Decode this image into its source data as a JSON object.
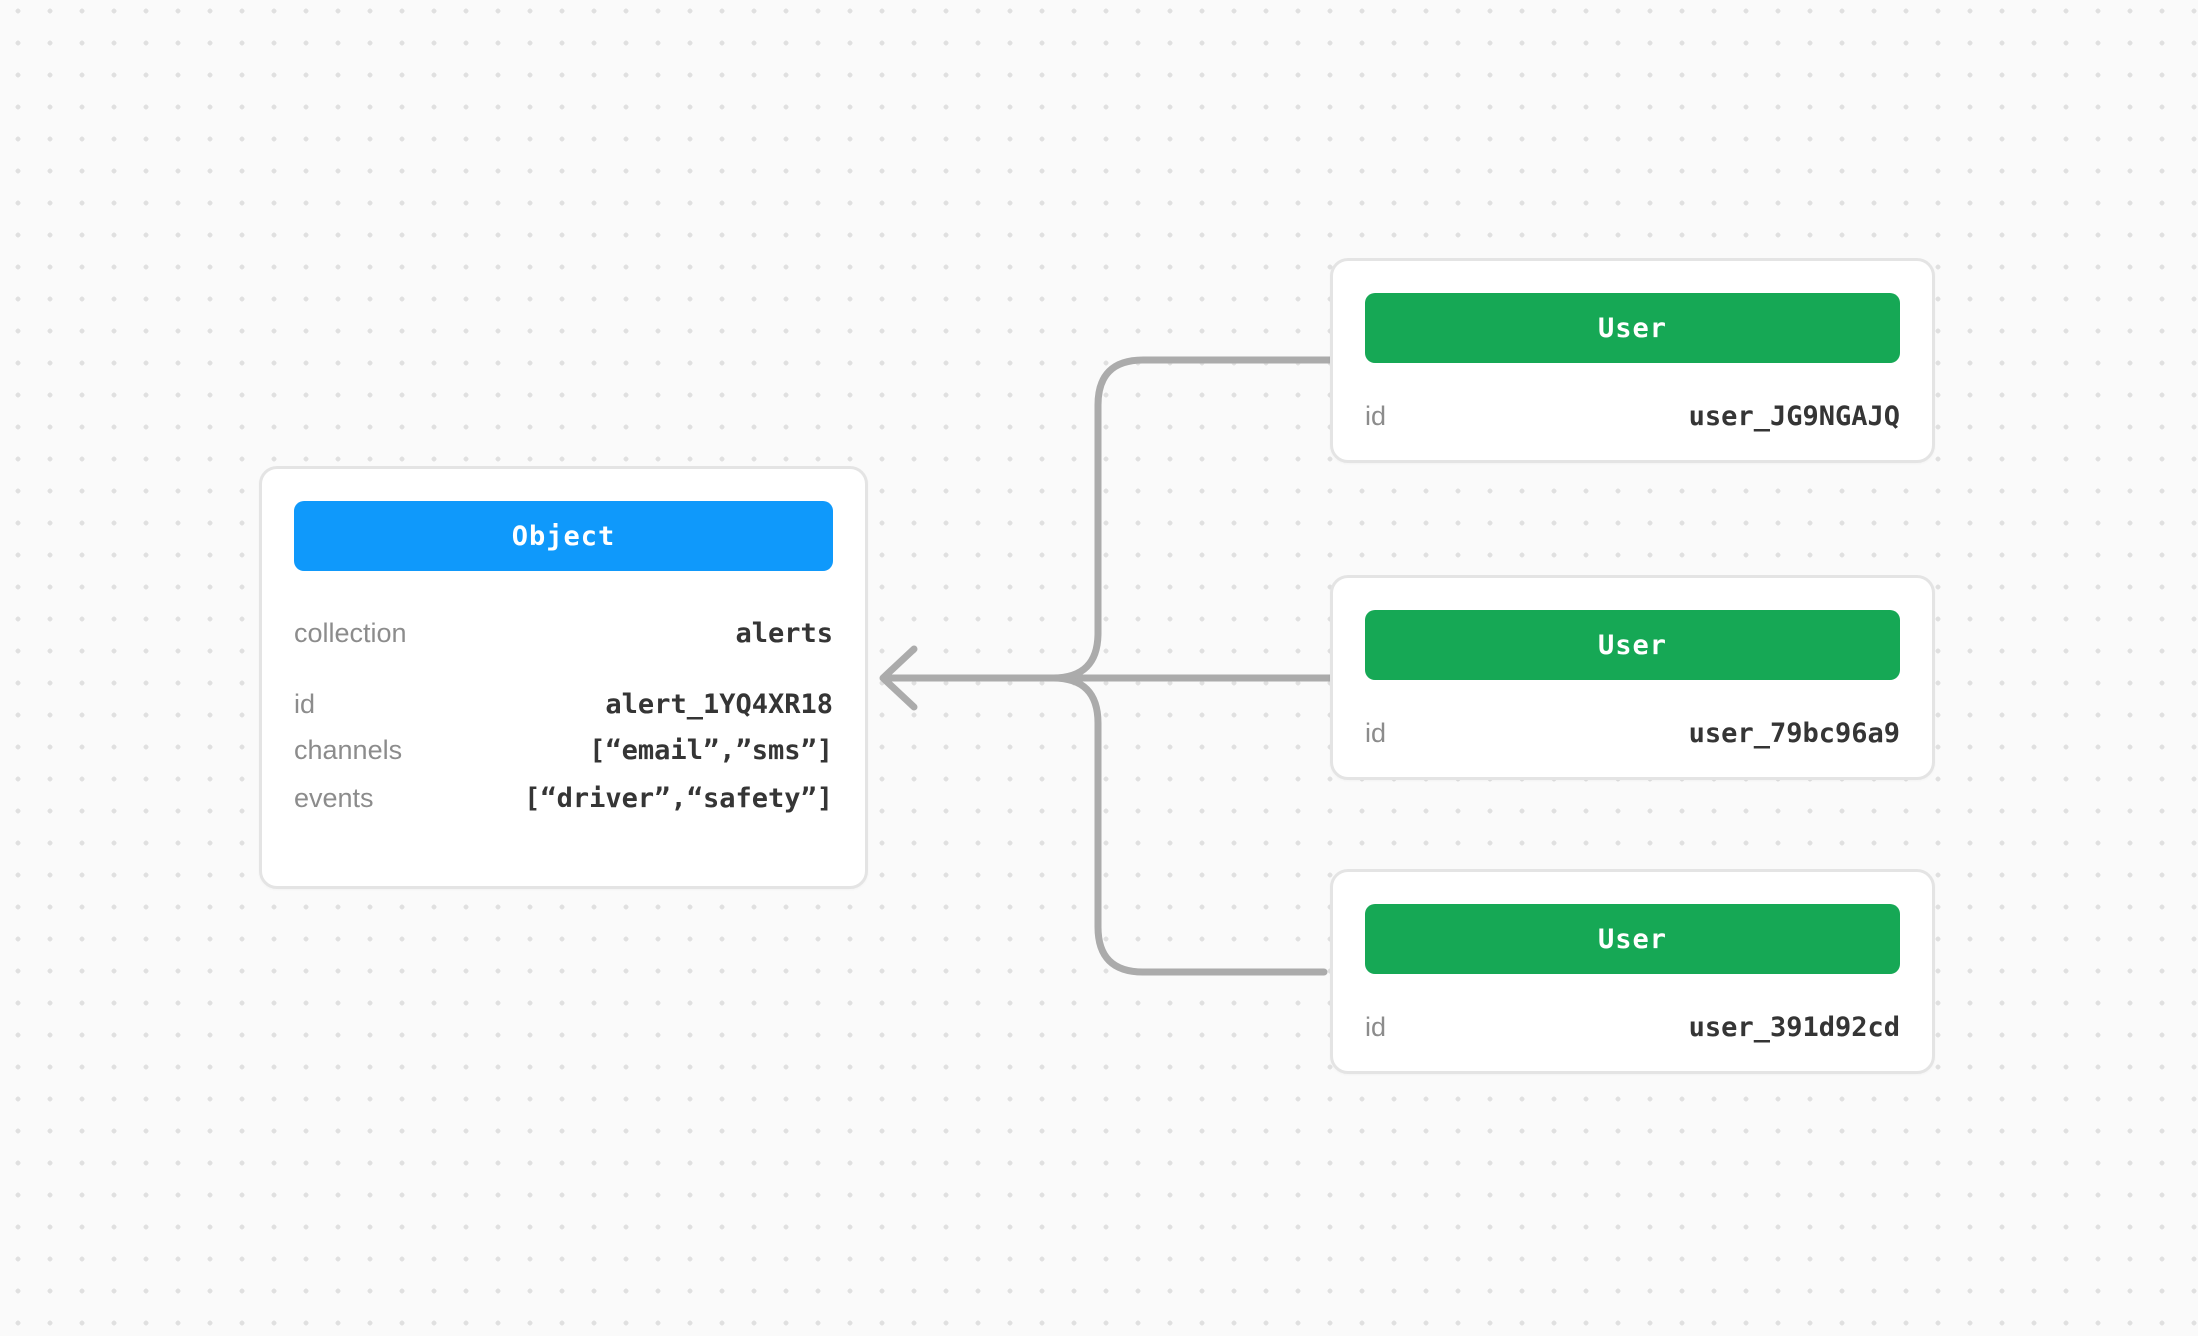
{
  "theme": {
    "background": "#fafafa",
    "dot_color": "#e0e0e0",
    "card_border": "#e4e4e4",
    "connector_color": "#ababab",
    "accent_blue": "#0f99fb",
    "accent_green": "#16a855",
    "label_color": "#8c8c8c",
    "value_color": "#353535",
    "header_text": "#ffffff"
  },
  "object_card": {
    "title": "Object",
    "fields": {
      "collection": {
        "label": "collection",
        "value": "alerts"
      },
      "id": {
        "label": "id",
        "value": "alert_1YQ4XR18"
      },
      "channels": {
        "label": "channels",
        "value": "[“email”,”sms”]"
      },
      "events": {
        "label": "events",
        "value": "[“driver”,“safety”]"
      }
    }
  },
  "users": [
    {
      "title": "User",
      "id_label": "id",
      "id_value": "user_JG9NGAJQ"
    },
    {
      "title": "User",
      "id_label": "id",
      "id_value": "user_79bc96a9"
    },
    {
      "title": "User",
      "id_label": "id",
      "id_value": "user_391d92cd"
    }
  ],
  "connector": {
    "arrow_direction": "left",
    "description": "three user cards merge into one arrow pointing at object card"
  }
}
